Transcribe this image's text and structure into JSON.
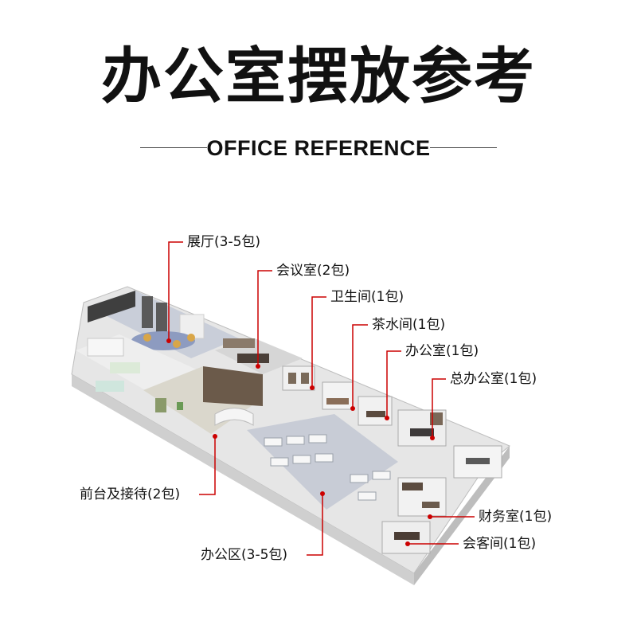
{
  "title": "办公室摆放参考",
  "subtitle": "OFFICE REFERENCE",
  "colors": {
    "leader": "#cc0000",
    "text": "#111111",
    "wall": "#f2f2f2",
    "floor": "#d9d9d9",
    "carpet": "#9aa7c4",
    "furniture": "#6b5a4a"
  },
  "labels": {
    "exhibition": "展厅(3-5包)",
    "meeting": "会议室(2包)",
    "restroom": "卫生间(1包)",
    "tea": "茶水间(1包)",
    "office": "办公室(1包)",
    "ceo": "总办公室(1包)",
    "reception": "前台及接待(2包)",
    "work_area": "办公区(3-5包)",
    "finance": "财务室(1包)",
    "guest": "会客间(1包)"
  }
}
